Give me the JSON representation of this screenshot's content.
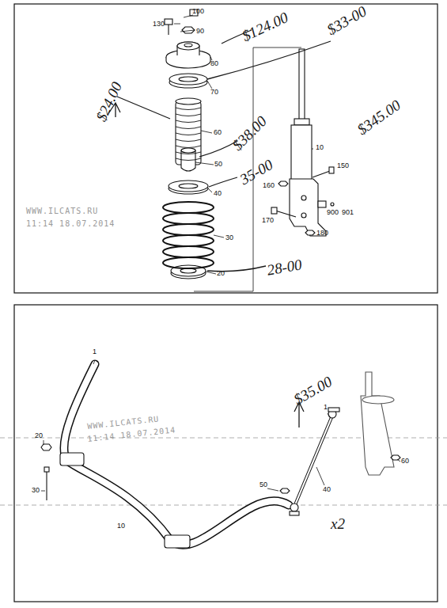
{
  "diagram": {
    "labels": [
      "100",
      "130",
      "90",
      "80",
      "70",
      "60",
      "50",
      "40",
      "30",
      "20",
      "10",
      "150",
      "160",
      "900",
      "901",
      "170",
      "180",
      "WWW.ILCATS.RU",
      "11:14 18.07.2014",
      "$124.00",
      "$33-00",
      "$24.00",
      "$38.00",
      "$345.00",
      "35-00",
      "28-00",
      "1",
      "20",
      "30",
      "10",
      "50",
      "40",
      "60",
      "1",
      "WWW.ILCATS.RU",
      "11:14 18.07.2014",
      "$35.00",
      "x2"
    ]
  }
}
